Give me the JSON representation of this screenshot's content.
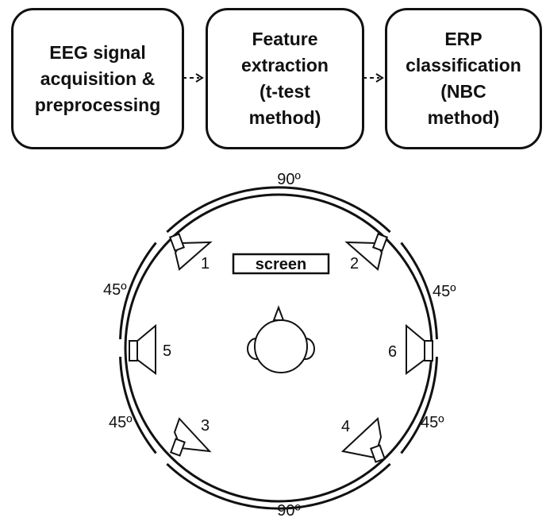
{
  "flow": {
    "step1": "EEG signal\nacquisition &\npreprocessing",
    "step2": "Feature\nextraction\n(t-test\nmethod)",
    "step3": "ERP\nclassification\n(NBC\nmethod)"
  },
  "room": {
    "angle_top": "90º",
    "angle_bottom": "90º",
    "angle_upper_left": "45º",
    "angle_upper_right": "45º",
    "angle_lower_left": "45º",
    "angle_lower_right": "45º",
    "screen_label": "screen",
    "speakers": [
      "1",
      "2",
      "3",
      "4",
      "5",
      "6"
    ]
  },
  "colors": {
    "stroke": "#111111",
    "background": "#ffffff"
  }
}
